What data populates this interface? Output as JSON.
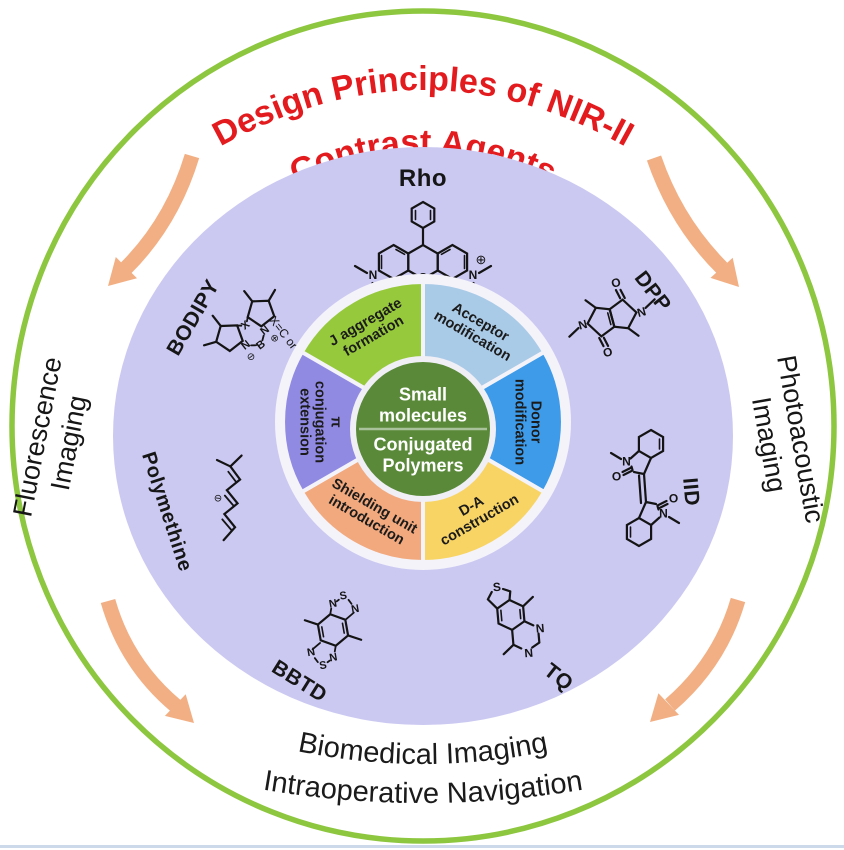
{
  "title": {
    "line1": "Design Principles of NIR-II",
    "line2": "Contrast Agents",
    "color": "#e31b1e"
  },
  "ring": {
    "border_color": "#8dc63f",
    "inner_fill": "#cbc9f1",
    "footer_line_color": "#ccd9eb"
  },
  "arrows": {
    "color": "#f2af83"
  },
  "side_labels": {
    "left": {
      "lines": [
        "Fluorescence",
        "Imaging"
      ]
    },
    "right": {
      "lines": [
        "Photoacoustic",
        "Imaging"
      ]
    },
    "bottom": {
      "line1": "Biomedical Imaging",
      "line2": "Intraoperative Navigation"
    }
  },
  "molecules": {
    "rho": {
      "label": "Rho"
    },
    "bodipy": {
      "label": "BODIPY"
    },
    "dpp": {
      "label": "DPP"
    },
    "iid": {
      "label": "IID"
    },
    "tq": {
      "label": "TQ"
    },
    "bbtd": {
      "label": "BBTD"
    },
    "polymethine": {
      "label": "Polymethine"
    }
  },
  "atoms": {
    "n": "N",
    "o": "O",
    "s": "S",
    "b": "B",
    "x": "X",
    "plus": "⊕",
    "minus": "⊖",
    "x_note": "X=C or N"
  },
  "wheel": {
    "segments": [
      {
        "id": "j-aggregate",
        "lines": [
          "J aggregate",
          "formation"
        ],
        "color": "#97c93d"
      },
      {
        "id": "acceptor",
        "lines": [
          "Acceptor",
          "modification"
        ],
        "color": "#aacbe7"
      },
      {
        "id": "donor",
        "lines": [
          "Donor",
          "modification"
        ],
        "color": "#3d9be9"
      },
      {
        "id": "da",
        "lines": [
          "D-A",
          "construction"
        ],
        "color": "#f8d465"
      },
      {
        "id": "shielding",
        "lines": [
          "Shielding unit",
          "introduction"
        ],
        "color": "#f2a97e"
      },
      {
        "id": "pi",
        "lines": [
          "π",
          "conjugation",
          "extension"
        ],
        "color": "#918ae3"
      }
    ],
    "center": {
      "bg": "#5a8a39",
      "top_lines": [
        "Small",
        "molecules"
      ],
      "bottom_lines": [
        "Conjugated",
        "Polymers"
      ]
    }
  }
}
